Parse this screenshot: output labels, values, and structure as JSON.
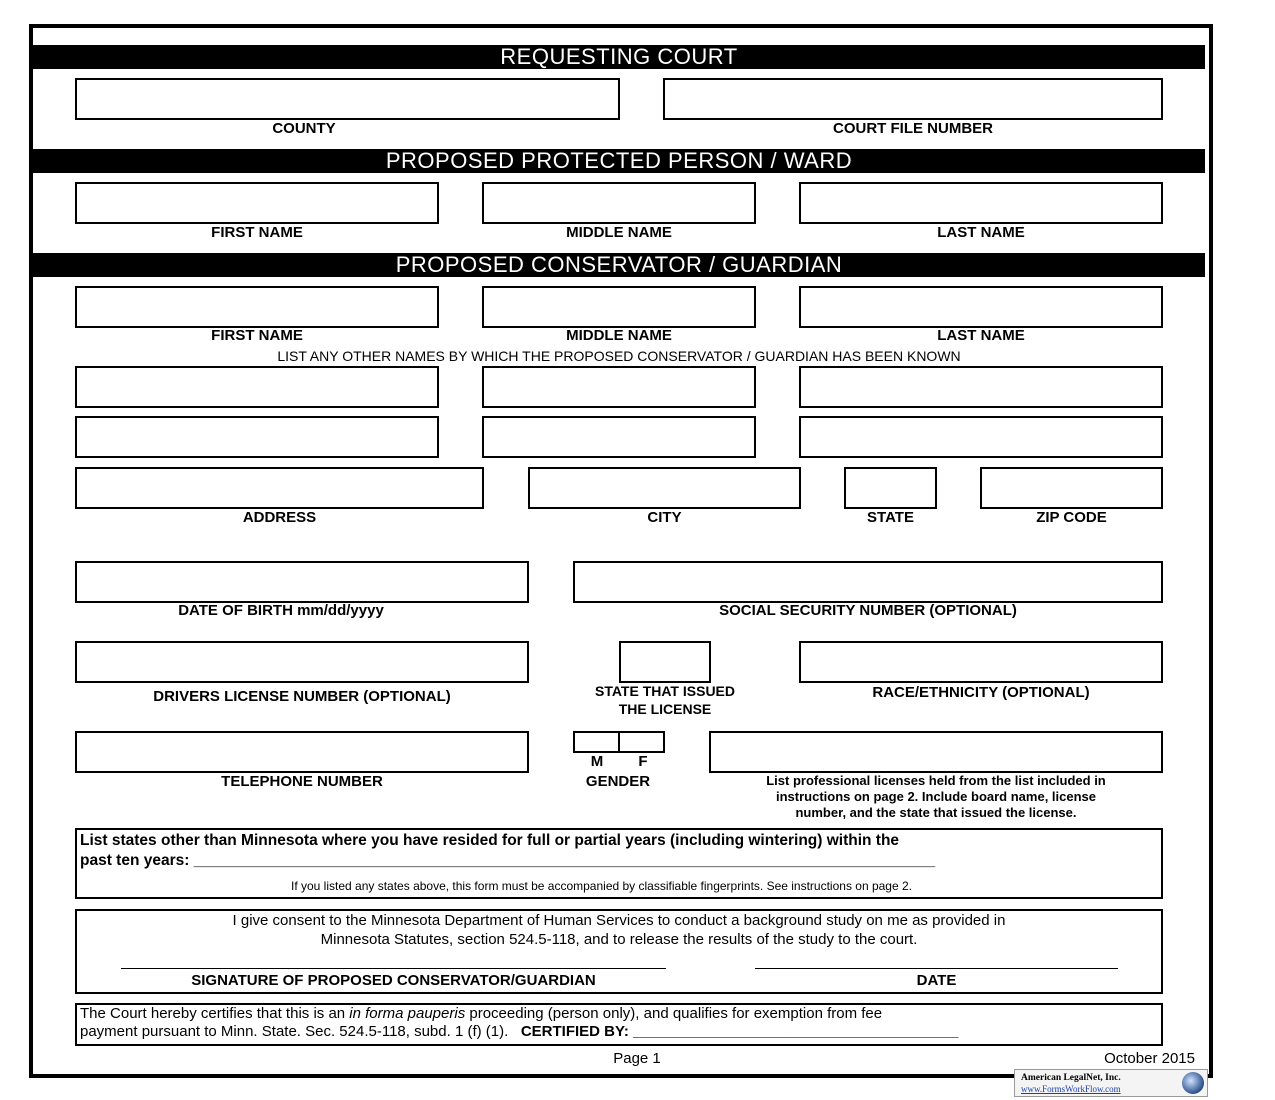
{
  "sections": {
    "requesting_court": "REQUESTING COURT",
    "protected_person": "PROPOSED PROTECTED PERSON / WARD",
    "conservator": "PROPOSED CONSERVATOR / GUARDIAN"
  },
  "court": {
    "county": "COUNTY",
    "file_number": "COURT FILE NUMBER"
  },
  "ward": {
    "first": "FIRST NAME",
    "middle": "MIDDLE NAME",
    "last": "LAST NAME"
  },
  "guardian": {
    "first": "FIRST NAME",
    "middle": "MIDDLE NAME",
    "last": "LAST NAME",
    "other_names": "LIST ANY OTHER NAMES BY WHICH THE PROPOSED CONSERVATOR / GUARDIAN HAS BEEN KNOWN",
    "address": "ADDRESS",
    "city": "CITY",
    "state": "STATE",
    "zip": "ZIP CODE",
    "dob": "DATE OF BIRTH mm/dd/yyyy",
    "ssn": "SOCIAL SECURITY NUMBER (OPTIONAL)",
    "dl": "DRIVERS LICENSE NUMBER (OPTIONAL)",
    "dl_state_1": "STATE THAT ISSUED",
    "dl_state_2": "THE LICENSE",
    "race": "RACE/ETHNICITY (OPTIONAL)",
    "phone": "TELEPHONE NUMBER",
    "gender_m": "M",
    "gender_f": "F",
    "gender": "GENDER",
    "licenses_1": "List professional licenses held from the list included in",
    "licenses_2": "instructions on page 2. Include board name, license",
    "licenses_3": "number, and the state that issued the license."
  },
  "residence": {
    "line1": "List states other than Minnesota where you have resided for full or partial years (including wintering) within the",
    "line2": "past ten years: ______________________________________________________________________________________",
    "note": "If you listed any states above, this form must be accompanied by classifiable fingerprints. See instructions on page 2."
  },
  "consent": {
    "line1": "I give consent to the Minnesota Department of Human Services to conduct a background study on me as  provided in",
    "line2": "Minnesota Statutes, section 524.5-118, and to release the results of the study to the court.",
    "signature": "SIGNATURE OF PROPOSED CONSERVATOR/GUARDIAN",
    "date": "DATE"
  },
  "certify": {
    "pre": "The Court hereby certifies that this is an ",
    "italic": "in forma pauperis",
    "post": "  proceeding (person only), and qualifies for exemption from fee",
    "line2": "payment pursuant to Minn. State. Sec. 524.5-118, subd. 1 (f) (1).",
    "certified_by": "CERTIFIED BY: _______________________________________"
  },
  "footer": {
    "page": "Page 1",
    "date": "October 2015"
  },
  "logo": {
    "name": "American LegalNet, Inc.",
    "url": "www.FormsWorkFlow.com"
  }
}
